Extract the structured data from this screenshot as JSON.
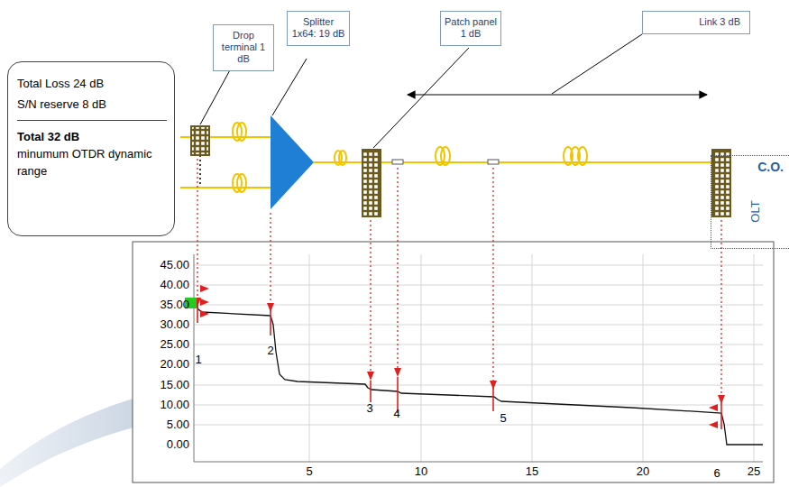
{
  "diagram": {
    "nodes": [
      {
        "text": [
          "Total Loss 24 dB",
          "S/N reserve 8 dB",
          "Total 32 dB",
          "minumum OTDR dynamic range"
        ]
      },
      {
        "text": [
          "Drop terminal 1 dB"
        ]
      },
      {
        "text": [
          "Splitter 1x64: 19 dB"
        ]
      },
      {
        "text": [
          "Patch panel 1 dB"
        ]
      },
      {
        "text": [
          "Link 3 dB"
        ]
      },
      {
        "text": [
          "C.O.",
          "OLT"
        ]
      }
    ],
    "labels": [
      "45.00",
      "40.00",
      "35.00",
      "30.00",
      "25.00",
      "20.00",
      "15.00",
      "10.00",
      "5.00",
      "0.00",
      "5",
      "10",
      "15",
      "20",
      "25",
      "1",
      "2",
      "3",
      "4",
      "5",
      "6"
    ]
  }
}
